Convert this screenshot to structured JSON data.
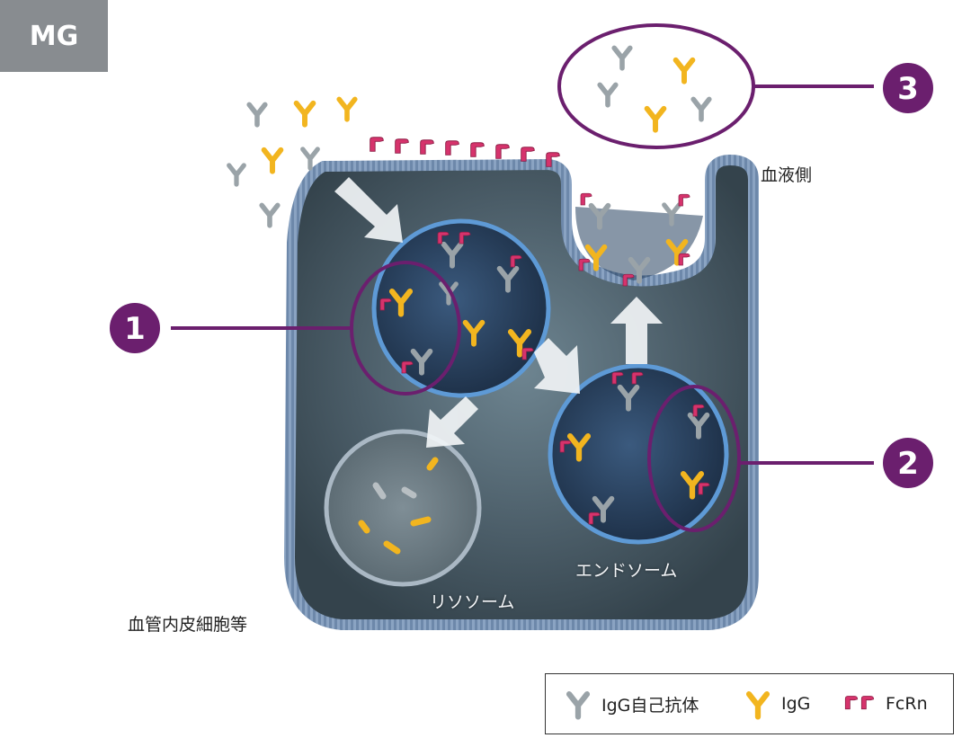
{
  "badge": "MG",
  "labels": {
    "blood_side": "血液側",
    "cell": "血管内皮細胞等",
    "endosome": "エンドソーム",
    "lysosome": "リソソーム"
  },
  "callouts": [
    "1",
    "2",
    "3"
  ],
  "legend": {
    "autoantibody": "IgG自己抗体",
    "igg": "IgG",
    "fcrn": "FcRn"
  },
  "colors": {
    "autoantibody": "#9aa3a8",
    "igg": "#f2b51f",
    "fcrn": "#d6336c",
    "callout": "#6b1f6e",
    "membrane": "#7b9cbf"
  }
}
